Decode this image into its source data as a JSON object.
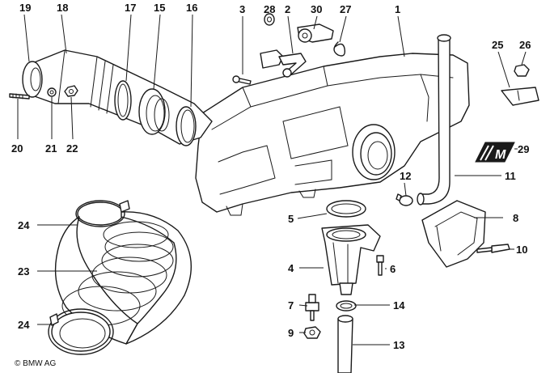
{
  "copyright": "© BMW AG",
  "callouts": [
    "1",
    "2",
    "3",
    "4",
    "5",
    "6",
    "7",
    "8",
    "9",
    "10",
    "11",
    "12",
    "13",
    "14",
    "15",
    "16",
    "17",
    "18",
    "19",
    "20",
    "21",
    "22",
    "23",
    "24",
    "25",
    "26",
    "27",
    "28",
    "29",
    "30"
  ],
  "badge_text": "M"
}
